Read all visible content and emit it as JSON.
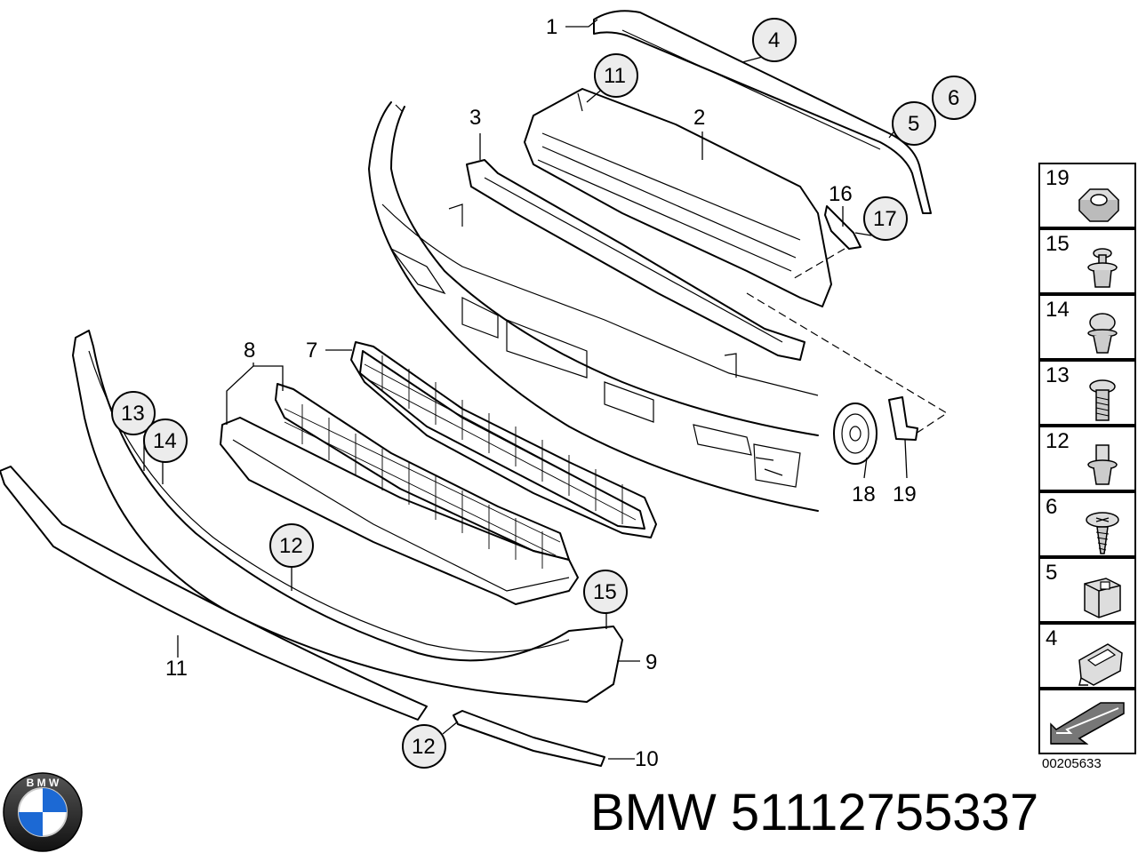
{
  "diagram": {
    "callouts": [
      "1",
      "2",
      "3",
      "4",
      "5",
      "6",
      "7",
      "8",
      "9",
      "10",
      "11",
      "11",
      "12",
      "12",
      "13",
      "14",
      "15",
      "16",
      "17",
      "18",
      "19"
    ],
    "doc_number": "00205633"
  },
  "legend": [
    {
      "number": "19",
      "icon": "hex-nut-icon"
    },
    {
      "number": "15",
      "icon": "expanding-rivet-icon"
    },
    {
      "number": "14",
      "icon": "push-clip-icon"
    },
    {
      "number": "13",
      "icon": "screw-icon"
    },
    {
      "number": "12",
      "icon": "expanding-rivet-icon"
    },
    {
      "number": "6",
      "icon": "self-tapping-screw-icon"
    },
    {
      "number": "5",
      "icon": "clip-nut-icon"
    },
    {
      "number": "4",
      "icon": "spring-clip-icon"
    },
    {
      "number": "",
      "icon": "arrow-icon"
    }
  ],
  "brand": {
    "logo_text": "B M W",
    "caption": "BMW 51112755337",
    "colors": {
      "logo_blue": "#1c69d4",
      "logo_ring": "#222222"
    }
  }
}
